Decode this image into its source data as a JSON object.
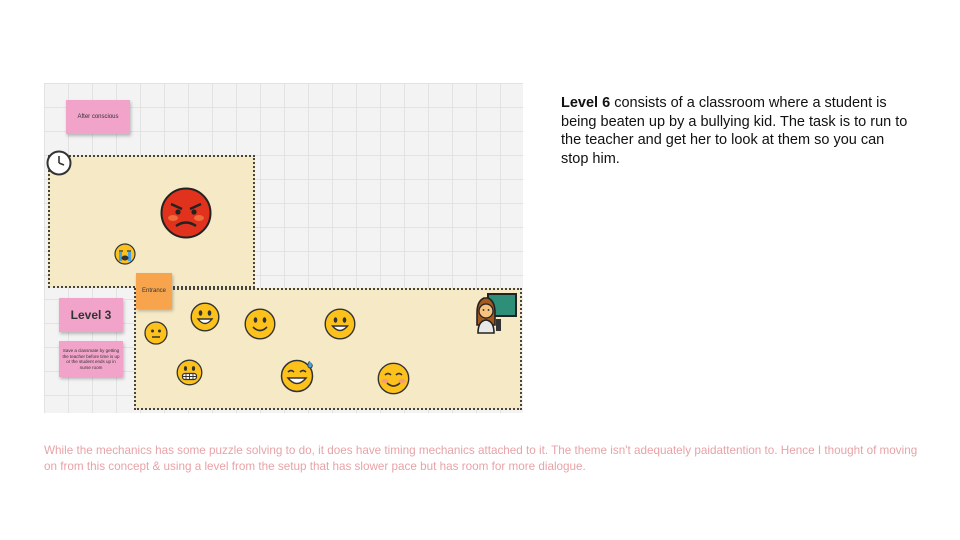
{
  "board": {
    "sticky_after_conscious": "After conscious",
    "sticky_entrance": "Entrance",
    "sticky_level": "Level 3",
    "sticky_task": "Save a classmate by getting the teacher before time is up or the student ends up in nurse room"
  },
  "icons": {
    "clock": "clock-icon",
    "angry": "angry-face-icon",
    "crying": "crying-face-icon",
    "neutral": "neutral-face-icon",
    "grin": "grinning-face-icon",
    "smile": "smiling-face-icon",
    "grimace": "grimacing-face-icon",
    "sweat": "sweat-smile-face-icon",
    "blush": "blushing-face-icon",
    "teacher": "teacher-icon"
  },
  "colors": {
    "zone_fill": "#f5e9c6",
    "sticky_pink": "#f1a3c9",
    "sticky_orange": "#f7a44c",
    "emoji_yellow": "#fcc21b",
    "angry_red": "#e0321c",
    "note_text": "#e8a3a7"
  },
  "description": {
    "level_label": "Level 6",
    "text": " consists of a classroom where a student is being beaten up by a bullying  kid. The task is to run to the teacher and get her to look at them so you can stop him."
  },
  "note": "While the mechanics has some puzzle solving to do, it does have timing mechanics attached to it. The theme isn't adequately paidattention to. Hence I thought of moving on from this concept & using a level from the setup that has slower pace but has room for more dialogue."
}
